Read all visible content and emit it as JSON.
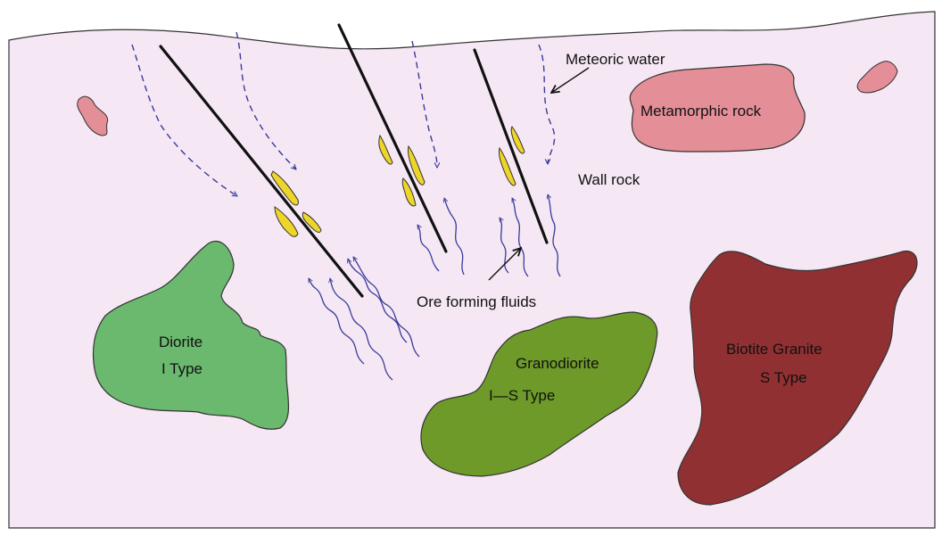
{
  "labels": {
    "meteoric_water": "Meteoric water",
    "metamorphic_rock": "Metamorphic rock",
    "wall_rock": "Wall rock",
    "ore_forming_fluids": "Ore forming fluids",
    "diorite_name": "Diorite",
    "diorite_type": "I Type",
    "granodiorite_name": "Granodiorite",
    "granodiorite_type": "I—S Type",
    "biotite_name": "Biotite Granite",
    "biotite_type": "S Type"
  },
  "colors": {
    "background": "#f5e8f4",
    "outline": "#333333",
    "diorite": "#6bb86f",
    "granodiorite": "#6e9a2a",
    "biotite_granite": "#913032",
    "metamorphic_rock": "#e48e97",
    "ore_body": "#eed52a",
    "water_arrows": "#3a3a9c",
    "fault": "#111111"
  },
  "icons": {
    "meteoric_water_flow": "dashed-arrow-icon",
    "ore_fluid_flow": "wavy-arrow-icon"
  }
}
